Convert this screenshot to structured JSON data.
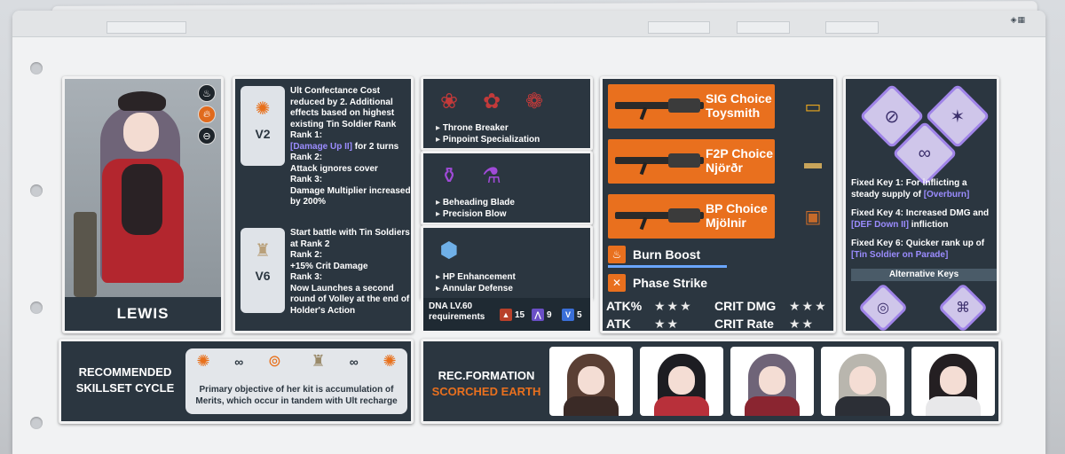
{
  "character": {
    "name": "LEWIS",
    "element_icons": [
      "flame-outline-icon",
      "fire-icon",
      "no-entry-icon"
    ]
  },
  "skills": {
    "v2": {
      "tag": "V2",
      "icon": "ribbon-burst-icon",
      "lines": [
        {
          "text": "Ult Confectance Cost reduced by 2. Additional effects based on highest existing Tin Soldier Rank"
        },
        {
          "text": "Rank 1:"
        },
        {
          "text": "[Damage Up II]",
          "highlight": true,
          "suffix": " for 2 turns"
        },
        {
          "text": "Rank 2:"
        },
        {
          "text": "Attack ignores cover"
        },
        {
          "text": "Rank 3:"
        },
        {
          "text": "Damage Multiplier increased by 200%"
        }
      ]
    },
    "v6": {
      "tag": "V6",
      "icon": "tin-soldier-icon",
      "lines": [
        {
          "text": "Start battle with Tin Soldiers at Rank 2"
        },
        {
          "text": "Rank 2:"
        },
        {
          "text": "+15% Crit Damage"
        },
        {
          "text": "Rank 3:"
        },
        {
          "text": "Now Launches a second round of Volley at the end of Holder's Action"
        }
      ]
    }
  },
  "gear": {
    "set1": {
      "icons": [
        "red-rose-icon",
        "red-flower-icon",
        "red-bloom-icon"
      ],
      "items": [
        "Throne Breaker",
        "Pinpoint Specialization"
      ]
    },
    "set2": {
      "icons": [
        "purple-potion-icon",
        "purple-flask-icon"
      ],
      "items": [
        "Beheading Blade",
        "Precision Blow"
      ]
    },
    "set3": {
      "icons": [
        "crystal-tube-icon"
      ],
      "items": [
        "HP Enhancement",
        "Annular Defense"
      ]
    }
  },
  "dna": {
    "label_line1": "DNA LV.60",
    "label_line2": "requirements",
    "stats": [
      {
        "icon": "fire-stat-icon",
        "value": "15",
        "color": "#b8402a"
      },
      {
        "icon": "arrow-stat-icon",
        "value": "9",
        "color": "#6a4fc6"
      },
      {
        "icon": "shield-stat-icon",
        "value": "5",
        "color": "#3a6fd8"
      }
    ]
  },
  "weapons": [
    {
      "line1": "SIG Choice",
      "line2": "Toysmith",
      "icon": "gold-ticket-icon"
    },
    {
      "line1": "F2P Choice",
      "line2": "Njörðr",
      "icon": "card-icon"
    },
    {
      "line1": "BP Choice",
      "line2": "Mjölnir",
      "icon": "treasure-chest-icon"
    }
  ],
  "buffs": [
    {
      "label": "Burn Boost",
      "icon": "flame-buff-icon"
    },
    {
      "label": "Phase Strike",
      "icon": "crosshair-buff-icon"
    }
  ],
  "stats": [
    {
      "label": "ATK%",
      "stars": "★★★"
    },
    {
      "label": "CRIT DMG",
      "stars": "★★★"
    },
    {
      "label": "ATK",
      "stars": "★★"
    },
    {
      "label": "CRIT Rate",
      "stars": "★★"
    }
  ],
  "keys": {
    "fixed": [
      {
        "prefix": "Fixed Key 1: For inflicting a steady supply of ",
        "hl": "[Overburn]",
        "suffix": ""
      },
      {
        "prefix": "Fixed Key 4: Increased DMG and ",
        "hl": "[DEF Down II]",
        "suffix": " infliction"
      },
      {
        "prefix": "Fixed Key 6: Quicker rank up of ",
        "hl": "[Tin Soldier on Parade]",
        "suffix": ""
      }
    ],
    "alt_title": "Alternative Keys"
  },
  "cycle": {
    "title_line1": "RECOMMENDED",
    "title_line2": "SKILLSET CYCLE",
    "sequence": [
      "ribbon-burst-icon",
      "∞",
      "cannon-icon",
      "tin-soldier-icon",
      "∞",
      "ribbon-burst-icon"
    ],
    "desc": "Primary objective of her kit is accumulation of Merits, which occur in tandem with Ult recharge"
  },
  "formation": {
    "label": "REC.FORMATION",
    "name": "SCORCHED EARTH",
    "members": [
      "member-1",
      "member-2",
      "member-3",
      "member-4",
      "member-5"
    ]
  }
}
